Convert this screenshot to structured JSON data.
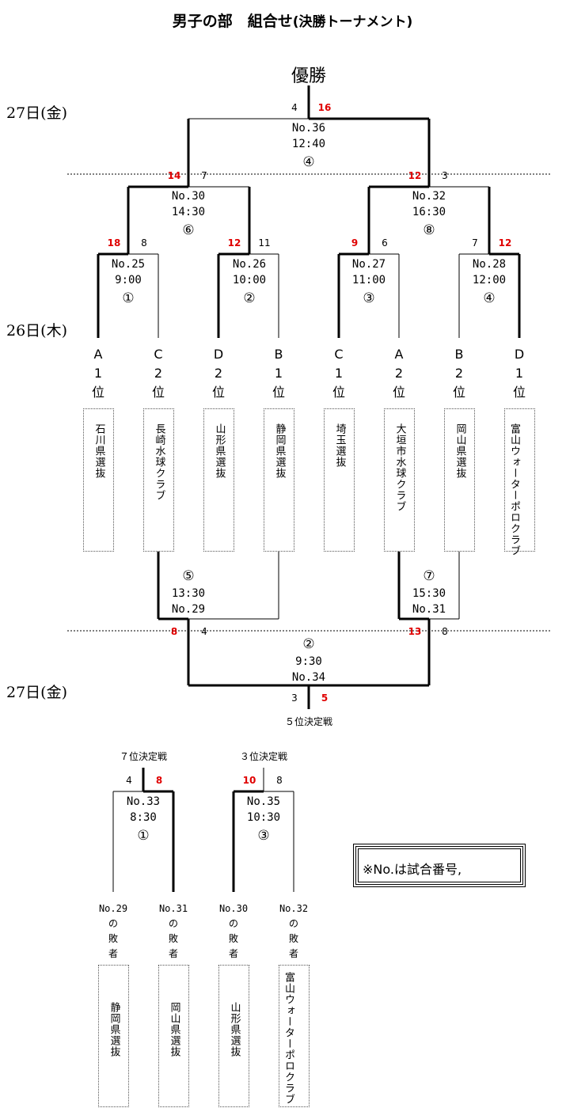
{
  "title": {
    "main": "男子の部　組合せ",
    "sub": "(決勝トーナメント)"
  },
  "champion_label": "優勝",
  "days": {
    "day27_top": "27日(金)",
    "day26": "26日(木)",
    "day27_bottom": "27日(金)"
  },
  "matches": {
    "m36": {
      "no": "No.36",
      "time": "12:40",
      "court": "④",
      "left_score": "4",
      "right_score": "16"
    },
    "m30": {
      "no": "No.30",
      "time": "14:30",
      "court": "⑥",
      "left_score": "14",
      "right_score": "7"
    },
    "m32": {
      "no": "No.32",
      "time": "16:30",
      "court": "⑧",
      "left_score": "12",
      "right_score": "3"
    },
    "m25": {
      "no": "No.25",
      "time": "9:00",
      "court": "①",
      "left_score": "18",
      "right_score": "8"
    },
    "m26": {
      "no": "No.26",
      "time": "10:00",
      "court": "②",
      "left_score": "12",
      "right_score": "11"
    },
    "m27": {
      "no": "No.27",
      "time": "11:00",
      "court": "③",
      "left_score": "9",
      "right_score": "6"
    },
    "m28": {
      "no": "No.28",
      "time": "12:00",
      "court": "④",
      "left_score": "7",
      "right_score": "12"
    },
    "m29": {
      "no": "No.29",
      "time": "13:30",
      "court": "⑤"
    },
    "m31": {
      "no": "No.31",
      "time": "15:30",
      "court": "⑦"
    },
    "m34": {
      "no": "No.34",
      "time": "9:30",
      "court": "②",
      "left_score": "8",
      "left_score2": "4",
      "right_score": "13",
      "right_score2": "8",
      "bottom_left": "3",
      "bottom_right": "5"
    },
    "m33": {
      "no": "No.33",
      "time": "8:30",
      "court": "①",
      "left_score": "4",
      "right_score": "8"
    },
    "m35": {
      "no": "No.35",
      "time": "10:30",
      "court": "③",
      "left_score": "10",
      "right_score": "8"
    }
  },
  "seeds": [
    "A\n1\n位",
    "C\n2\n位",
    "D\n2\n位",
    "B\n1\n位",
    "C\n1\n位",
    "A\n2\n位",
    "B\n2\n位",
    "D\n1\n位"
  ],
  "teams": [
    "石川県選抜",
    "長崎水球クラブ",
    "山形県選抜",
    "静岡県選抜",
    "埼玉選抜",
    "大垣市水球クラブ",
    "岡山県選抜",
    "富山ウォーターポロクラブ"
  ],
  "fifth_place_label": "５位決定戦",
  "seventh_place_label": "７位決定戦",
  "third_place_label": "３位決定戦",
  "losers": [
    {
      "no": "No.29",
      "of": "の",
      "loser": "敗",
      "sha": "者",
      "team": "静岡県選抜"
    },
    {
      "no": "No.31",
      "of": "の",
      "loser": "敗",
      "sha": "者",
      "team": "岡山県選抜"
    },
    {
      "no": "No.30",
      "of": "の",
      "loser": "敗",
      "sha": "者",
      "team": "山形県選抜"
    },
    {
      "no": "No.32",
      "of": "の",
      "loser": "敗",
      "sha": "者",
      "team": "富山ウォーターポロクラブ"
    }
  ],
  "note": "※No.は試合番号,"
}
